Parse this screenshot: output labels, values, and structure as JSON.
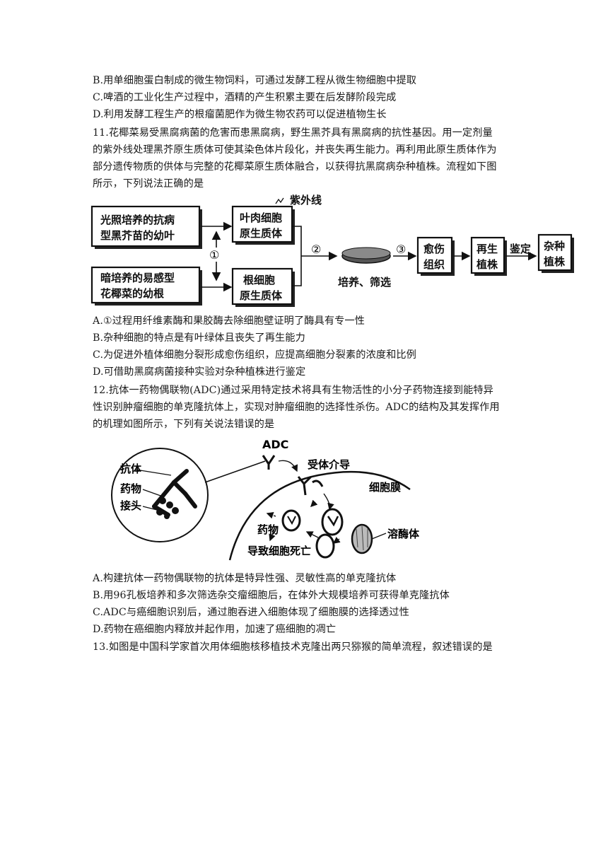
{
  "q10": {
    "optB": "B.用单细胞蛋白制成的微生物饲料，可通过发酵工程从微生物细胞中提取",
    "optC": "C.啤酒的工业化生产过程中，酒精的产生积累主要在后发酵阶段完成",
    "optD": "D.利用发酵工程生产的根瘤菌肥作为微生物农药可以促进植物生长"
  },
  "q11": {
    "stem1": "11.花椰菜易受黑腐病菌的危害而患黑腐病，野生黑芥具有黑腐病的抗性基因。用一定剂量",
    "stem2": "的紫外线处理黑芥原生质体可使其染色体片段化，并丧失再生能力。再利用此原生质体作为",
    "stem3": "部分遗传物质的供体与完整的花椰菜原生质体融合，以获得抗黑腐病杂种植株。流程如下图",
    "stem4": "所示，下列说法正确的是",
    "diagram": {
      "box_leaf_1": "光照培养的抗病",
      "box_leaf_2": "型黑芥苗的幼叶",
      "box_root_1": "暗培养的易感型",
      "box_root_2": "花椰菜的幼根",
      "box_mesophyll_1": "叶肉细胞",
      "box_mesophyll_2": "原生质体",
      "box_rootcell_1": "根细胞",
      "box_rootcell_2": "原生质体",
      "uv": "紫外线",
      "step1": "①",
      "step2": "②",
      "step3": "③",
      "dish_label": "培养、筛选",
      "callus_1": "愈伤",
      "callus_2": "组织",
      "regen_1": "再生",
      "regen_2": "植株",
      "identify": "鉴定",
      "hybrid_1": "杂种",
      "hybrid_2": "植株"
    },
    "optA": "A.①过程用纤维素酶和果胶酶去除细胞壁证明了酶具有专一性",
    "optB": "B.杂种细胞的特点是有叶绿体且丧失了再生能力",
    "optC": "C.为促进外植体细胞分裂形成愈伤组织，应提高细胞分裂素的浓度和比例",
    "optD": "D.可借助黑腐病菌接种实验对杂种植株进行鉴定"
  },
  "q12": {
    "stem1": "12.抗体一药物偶联物(ADC)通过采用特定技术将具有生物活性的小分子药物连接到能特异",
    "stem2": "性识别肿瘤细胞的单克隆抗体上，实现对肿瘤细胞的选择性杀伤。ADC的结构及其发挥作用",
    "stem3": "的机理如图所示，下列有关说法错误的是",
    "diagram": {
      "adc": "ADC",
      "antibody": "抗体",
      "drug": "药物",
      "linker": "接头",
      "receptor": "受体介导",
      "membrane": "细胞膜",
      "drug_inside": "药物",
      "lysosome": "溶酶体",
      "death": "导致细胞死亡"
    },
    "optA": "A.构建抗体一药物偶联物的抗体是特异性强、灵敏性高的单克隆抗体",
    "optB": "B.用96孔板培养和多次筛选杂交瘤细胞后，在体外大规模培养可获得单克隆抗体",
    "optC": "C.ADC与癌细胞识别后，通过胞吞进入细胞体现了细胞膜的选择透过性",
    "optD": "D.药物在癌细胞内释放并起作用，加速了癌细胞的凋亡"
  },
  "q13": {
    "stem1": "13.如图是中国科学家首次用体细胞核移植技术克隆出两只猕猴的简单流程，叙述错误的是"
  }
}
